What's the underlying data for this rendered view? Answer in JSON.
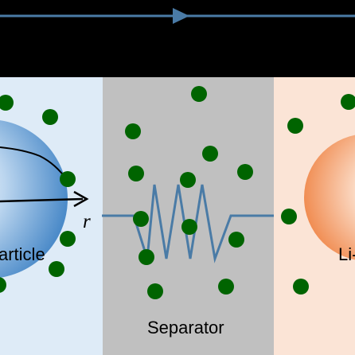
{
  "labels": {
    "particle": "article",
    "separator": "Separator",
    "li": "Li-",
    "radius": "r"
  },
  "colors": {
    "background": "#000000",
    "anode_region": "#deebf7",
    "separator_region": "#c0c0c0",
    "cathode_region": "#fbe4d6",
    "anode_particle": "#5b9bd5",
    "cathode_particle": "#f4a477",
    "ion": "#006400",
    "current_path": "#4a7ba6"
  },
  "icons": {
    "direction": "right-arrow-icon"
  }
}
